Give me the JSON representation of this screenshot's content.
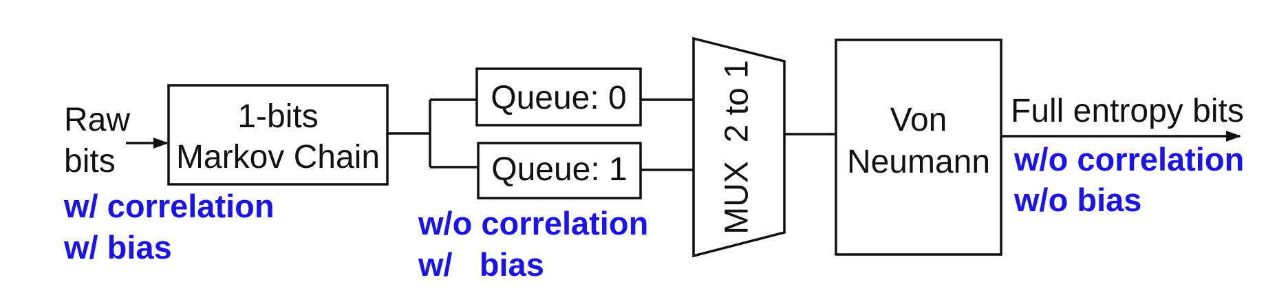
{
  "input": {
    "line1": "Raw",
    "line2": "bits"
  },
  "input_props": {
    "line1": "w/ correlation",
    "line2": "w/ bias"
  },
  "markov": {
    "line1": "1-bits",
    "line2": "Markov Chain"
  },
  "queue0": {
    "label": "Queue: 0"
  },
  "queue1": {
    "label": "Queue: 1"
  },
  "queue_props": {
    "line1": "w/o correlation",
    "line2": "w/   bias"
  },
  "mux": {
    "label": "MUX  2 to 1"
  },
  "von_neumann": {
    "line1": "Von",
    "line2": "Neumann"
  },
  "output": {
    "label": "Full entropy bits"
  },
  "output_props": {
    "line1": "w/o correlation",
    "line2": "w/o bias"
  },
  "colors": {
    "annotation_blue": "#1a14e6",
    "line_black": "#111111"
  }
}
